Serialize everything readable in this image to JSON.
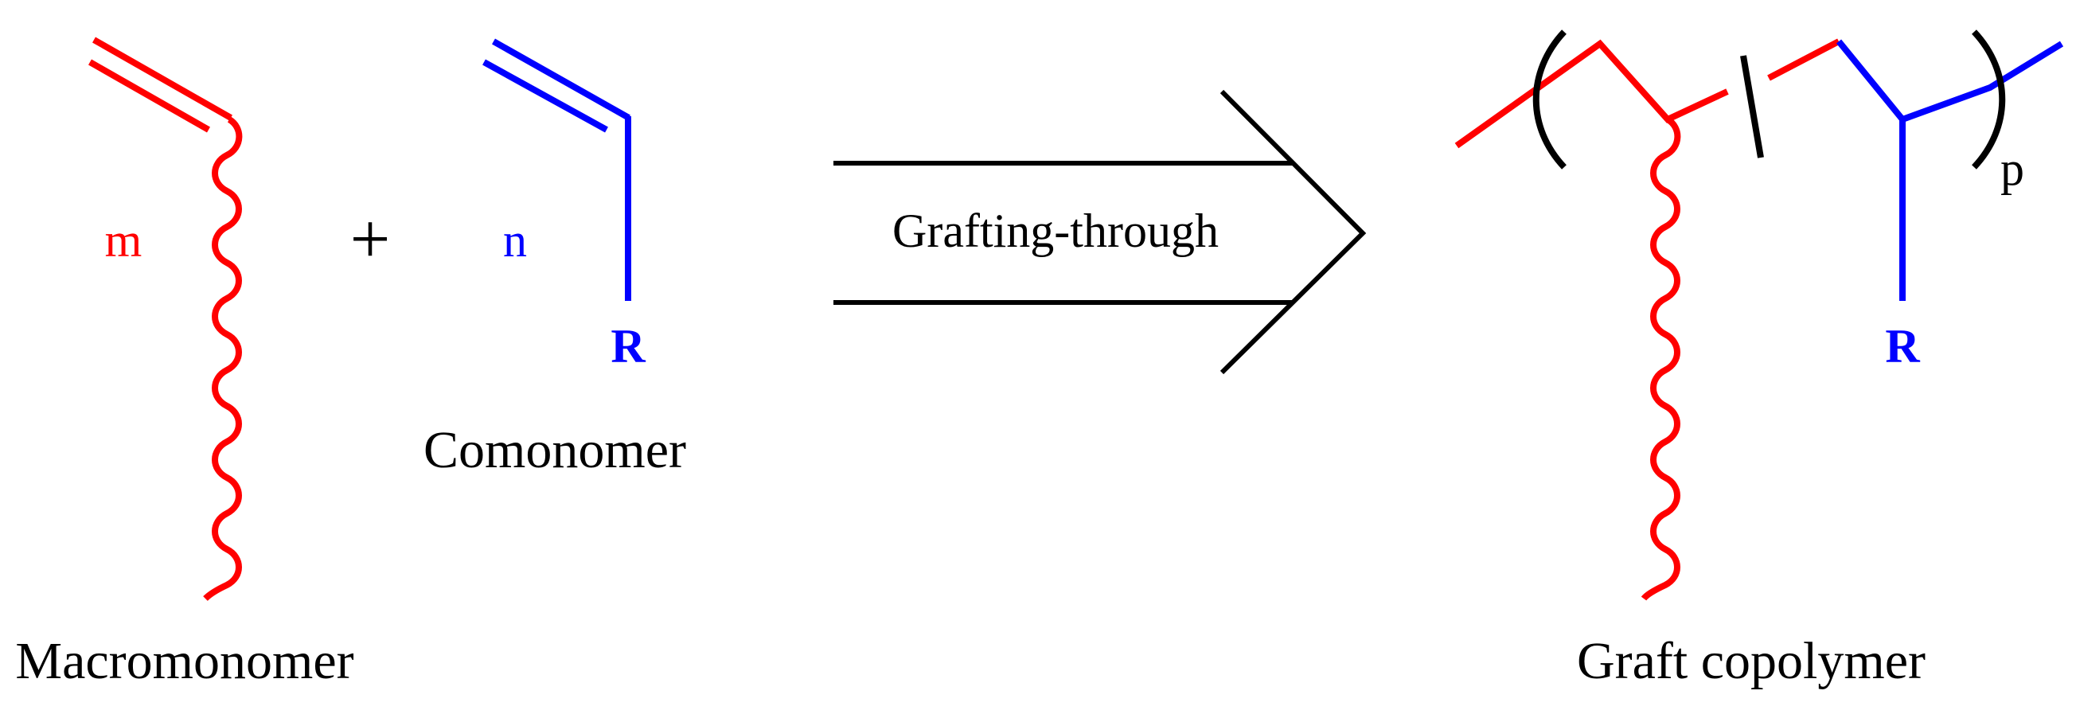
{
  "macromonomer": {
    "index_label": "m",
    "caption": "Macromonomer"
  },
  "plus_sign": "+",
  "comonomer": {
    "index_label": "n",
    "substituent": "R",
    "caption": "Comonomer"
  },
  "reaction_arrow": {
    "label": "Grafting-through"
  },
  "product": {
    "repeat_subscript": "p",
    "substituent": "R",
    "caption": "Graft copolymer"
  },
  "colors": {
    "macromonomer": "#ff0000",
    "comonomer": "#0000ff",
    "arrow": "#000000",
    "text": "#000000"
  }
}
